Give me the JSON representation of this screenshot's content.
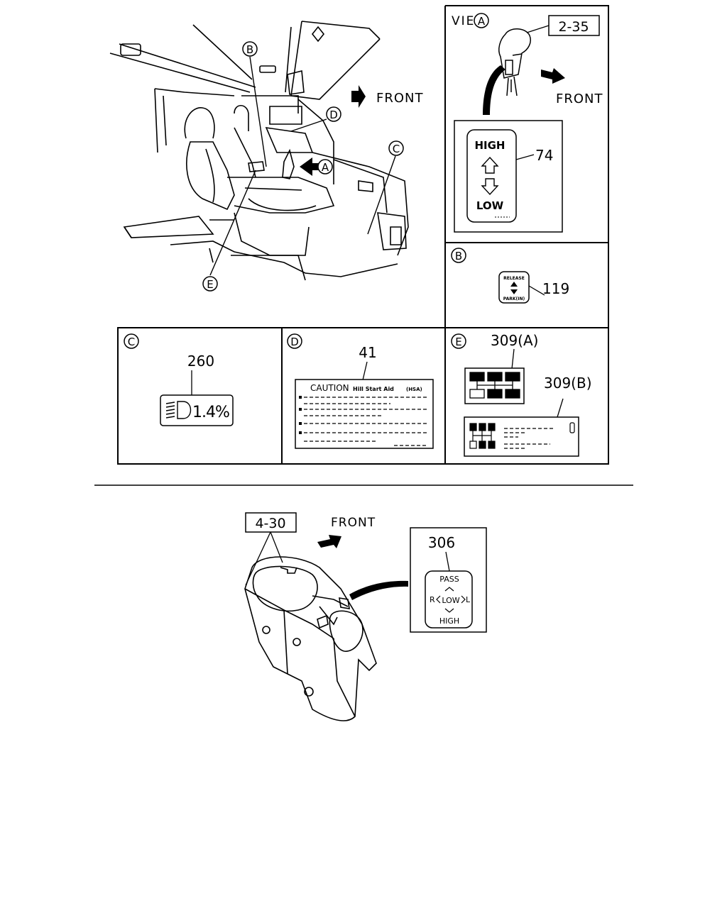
{
  "top": {
    "front_label": "FRONT",
    "callouts": {
      "a": "A",
      "b": "B",
      "c": "C",
      "d": "D",
      "e": "E"
    }
  },
  "view_a": {
    "view_word": "VIEW",
    "view_letter": "A",
    "ref_box": "2-35",
    "front_label": "FRONT",
    "part_no": "74",
    "label_high": "HIGH",
    "label_low": "LOW"
  },
  "view_b": {
    "letter": "B",
    "part_no": "119",
    "label_top": "RELEASE",
    "label_bottom": "PARK(IN)"
  },
  "view_c": {
    "letter": "C",
    "part_no": "260",
    "display_value": "1.4%"
  },
  "view_d": {
    "letter": "D",
    "part_no": "41",
    "caution_word": "CAUTION",
    "caution_subject": "Hill Start Aid",
    "caution_tag": "(HSA)"
  },
  "view_e": {
    "letter": "E",
    "part_a": "309(A)",
    "part_b": "309(B)"
  },
  "bottom": {
    "ref_box": "4-30",
    "front_label": "FRONT",
    "part_no": "306",
    "label_pass": "PASS",
    "label_r": "R",
    "label_low": "LOW",
    "label_l": "L",
    "label_high": "HIGH"
  }
}
